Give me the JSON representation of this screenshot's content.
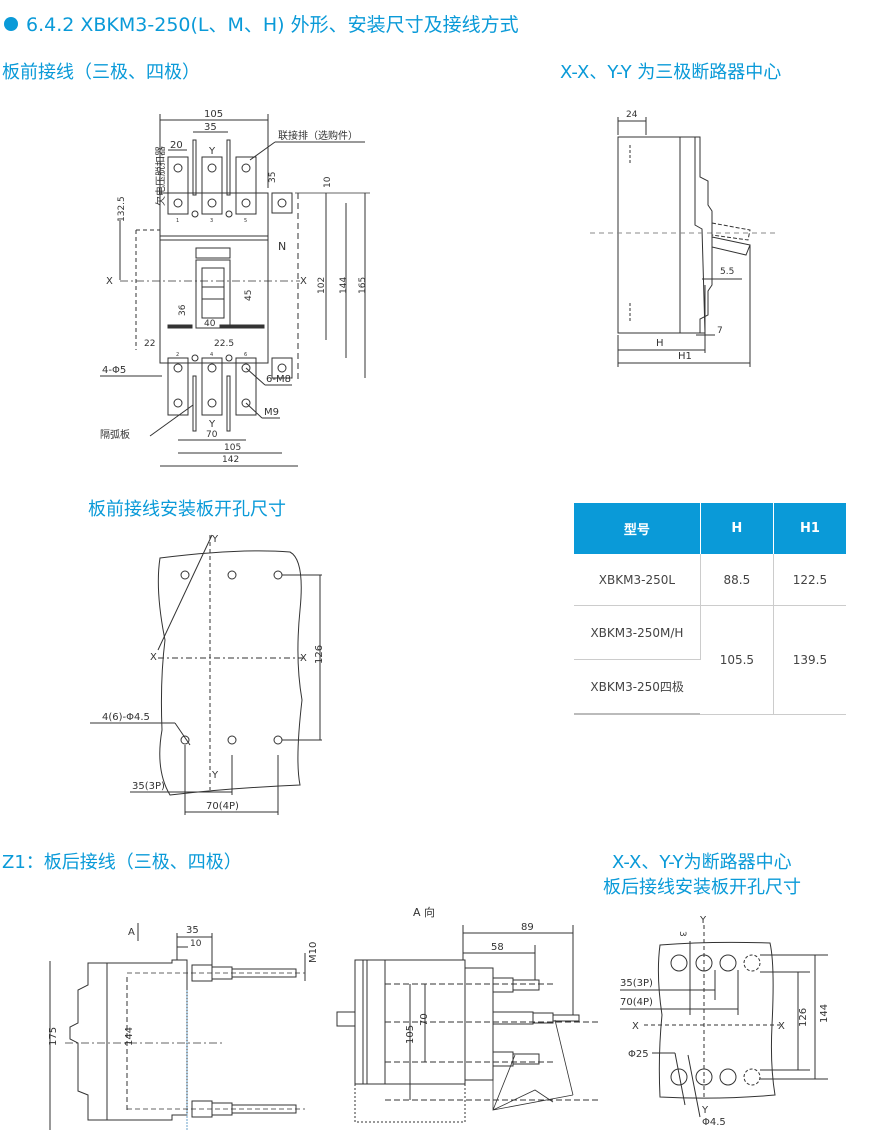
{
  "header": {
    "title": "6.4.2 XBKM3-250(L、M、H) 外形、安装尺寸及接线方式",
    "bullet_icon": "circle-bullet-icon",
    "accent_color": "#0a9ad8"
  },
  "section_front": {
    "title": "板前接线（三极、四极）",
    "note": "X-X、Y-Y 为三极断路器中心",
    "front_view": {
      "dims": {
        "w105_top": "105",
        "w35": "35",
        "w20": "20",
        "y_top": "Y",
        "d35": "35",
        "d10": "10",
        "h132_5": "132.5",
        "x_left": "X",
        "x_right": "X",
        "n_label": "N",
        "d102": "102",
        "d144": "144",
        "d165": "165",
        "d45": "45",
        "d36": "36",
        "d40": "40",
        "d22": "22",
        "d22_5": "22.5",
        "y_bottom": "Y",
        "w70": "70",
        "w105_bottom": "105",
        "w142": "142"
      },
      "labels": {
        "busbar": "联接排（选购件）",
        "uv_release": "欠电压脱扣器",
        "holes_4": "4-Φ5",
        "screws_6": "6-M8",
        "m9": "M9",
        "arc_plate": "隔弧板"
      },
      "terminal_numbers": [
        "1",
        "3",
        "5",
        "2",
        "4",
        "6"
      ]
    },
    "side_view": {
      "dims": {
        "d24": "24",
        "d5_5": "5.5",
        "d7": "7",
        "h": "H",
        "h1": "H1"
      }
    }
  },
  "panel_cutout_front": {
    "title": "板前接线安装板开孔尺寸",
    "dims": {
      "y_top": "Y",
      "y_bottom": "Y",
      "x_left": "X",
      "x_right": "X",
      "d126": "126",
      "holes": "4(6)-Φ4.5",
      "d35": "35(3P)",
      "d70": "70(4P)"
    }
  },
  "table": {
    "headers": [
      "型号",
      "H",
      "H1"
    ],
    "rows": [
      {
        "model": "XBKM3-250L",
        "h": "88.5",
        "h1": "122.5"
      },
      {
        "model": "XBKM3-250M/H",
        "h": "105.5",
        "h1": "139.5"
      },
      {
        "model": "XBKM3-250四极"
      }
    ]
  },
  "section_rear": {
    "title": "Z1：板后接线（三极、四极）",
    "note_line1": "X-X、Y-Y为断路器中心",
    "note_line2": "板后接线安装板开孔尺寸",
    "side": {
      "a": "A",
      "d35": "35",
      "d10": "10",
      "m10": "M10",
      "d175": "175",
      "d144": "144"
    },
    "a_view": {
      "title": "A 向",
      "d89": "89",
      "d58": "58",
      "d105": "105",
      "d70": "70"
    },
    "cutout": {
      "y_top": "Y",
      "y_bottom": "Y",
      "d3": "3",
      "d35": "35(3P)",
      "d70": "70(4P)",
      "x_left": "X",
      "x_right": "X",
      "d126": "126",
      "d144": "144",
      "phi25": "Φ25",
      "phi4_5": "Φ4.5"
    }
  }
}
